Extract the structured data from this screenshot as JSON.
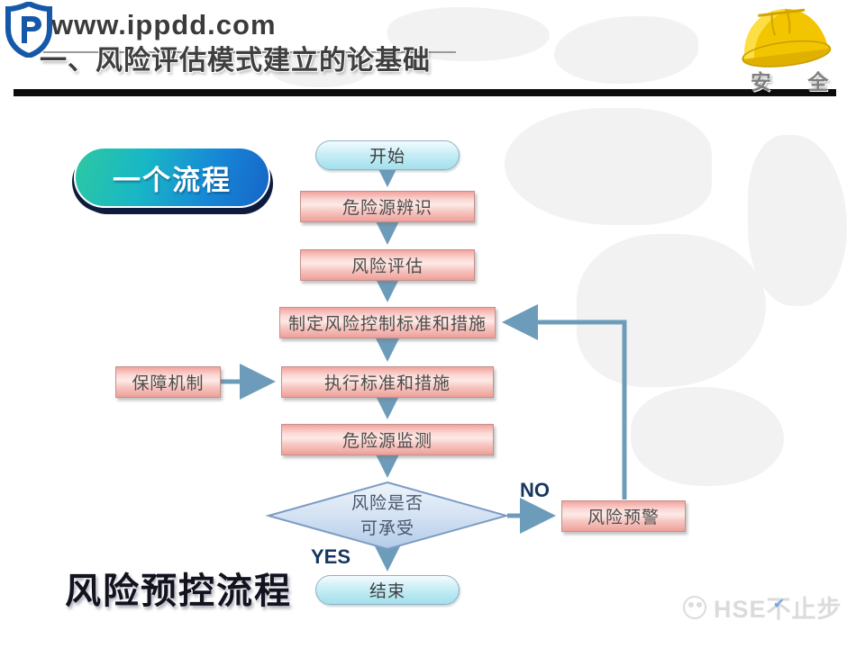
{
  "header": {
    "site_url": "www.ippdd.com",
    "title": "一、风险评估模式建立的论基础",
    "helmet_caption": "安 全"
  },
  "badge": {
    "label": "一个流程"
  },
  "flowchart": {
    "nodes": {
      "start": "开始",
      "identify": "危险源辨识",
      "assess": "风险评估",
      "standards": "制定风险控制标准和措施",
      "execute": "执行标准和措施",
      "safeguard": "保障机制",
      "monitor": "危险源监测",
      "decision_line1": "风险是否",
      "decision_line2": "可承受",
      "warning": "风险预警",
      "end": "结束"
    },
    "labels": {
      "yes": "YES",
      "no": "NO"
    }
  },
  "caption": "风险预控流程",
  "watermark": {
    "text": "HSE不止步"
  },
  "colors": {
    "arrow": "#6d9cba",
    "process_fill": "#f5b5b0",
    "terminator_fill": "#bce9f3",
    "decision_fill": "#c9dcf0",
    "badge_teal": "#2dc8a2",
    "badge_blue": "#1565c8",
    "label_navy": "#17375e",
    "divider": "#0c0c0c",
    "helmet_yellow": "#f2c500"
  }
}
